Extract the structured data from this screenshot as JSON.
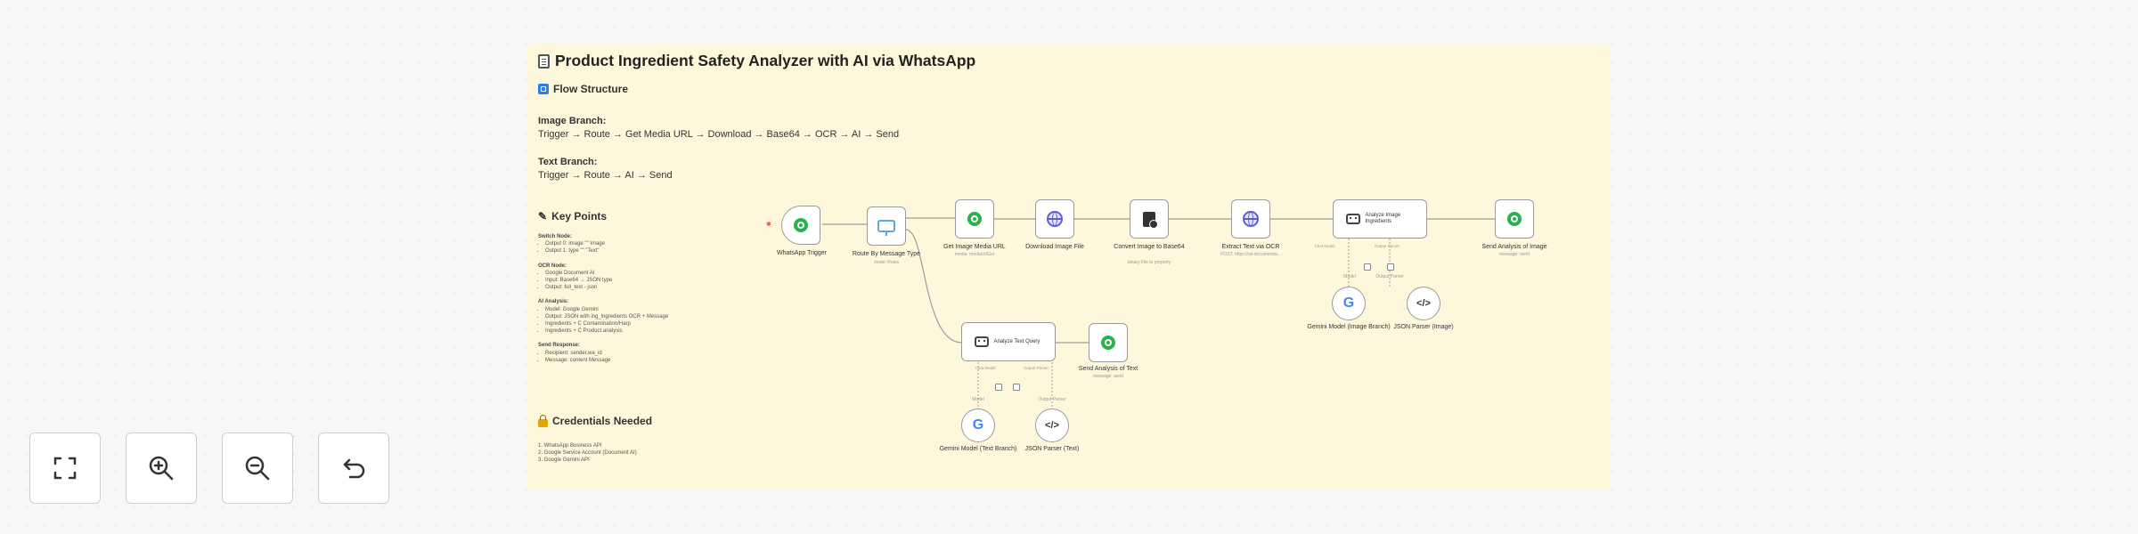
{
  "note": {
    "title": "Product Ingredient Safety Analyzer with AI via WhatsApp",
    "flow_heading": "Flow Structure",
    "image_branch_label": "Image Branch:",
    "image_branch_steps": "Trigger → Route → Get Media URL → Download → Base64 → OCR → AI → Send",
    "text_branch_label": "Text Branch:",
    "text_branch_steps": "Trigger → Route → AI → Send",
    "key_points_heading": "Key Points",
    "switch_hd": "Switch Node:",
    "switch_1": "Output 0: image \"\" Image",
    "switch_2": "Output 1: type \"\" \"Text\"",
    "ocr_hd": "OCR Node:",
    "ocr_1": "Google Document AI",
    "ocr_2": "Input: Base64 → JSON type",
    "ocr_3": "Output: full_text - json",
    "ai_hd": "AI Analysis:",
    "ai_1": "Model: Google Gemini",
    "ai_2": "Output: JSON with ing_lngredients OCR + Message",
    "ai_3": "Ingredients + C Contamination/Harp",
    "ai_4": "Ingredients + C Product analysis",
    "send_hd": "Send Response:",
    "send_1": "Recipient: sender.wa_id",
    "send_2": "Message: content Message",
    "creds_heading": "Credentials Needed",
    "creds_1": "1. WhatsApp Business API",
    "creds_2": "2. Google Service Account (Document AI)",
    "creds_3": "3. Google Gemini API"
  },
  "nodes": {
    "trigger": "WhatsApp Trigger",
    "route": "Route By Message Type",
    "route_sub": "mode: Rules",
    "get_media": "Get Image Media URL",
    "get_media_sub": "media: mediaUrlGet",
    "download": "Download Image File",
    "base64": "Convert Image to Base64",
    "base64_sub": "binary File to property",
    "ocr": "Extract Text via OCR",
    "ocr_sub": "POST: https://us-documentai...",
    "analyze_image": "Analyze Image Ingredients",
    "send_image": "Send Analysis of Image",
    "send_image_sub": "message: send",
    "gemini_image": "Gemini Model (Image Branch)",
    "json_image": "JSON Parser (Image)",
    "analyze_text": "Analyze Text Query",
    "send_text": "Send Analysis of Text",
    "send_text_sub": "message: send",
    "gemini_text": "Gemini Model (Text Branch)",
    "json_text": "JSON Parser (Text)",
    "port_chat_model": "Chat Model",
    "port_output_parser": "Output Parser",
    "port_model": "Model"
  },
  "controls": {
    "fit": "fit-view",
    "zoom_in": "zoom-in",
    "zoom_out": "zoom-out",
    "reset": "reset-zoom"
  }
}
